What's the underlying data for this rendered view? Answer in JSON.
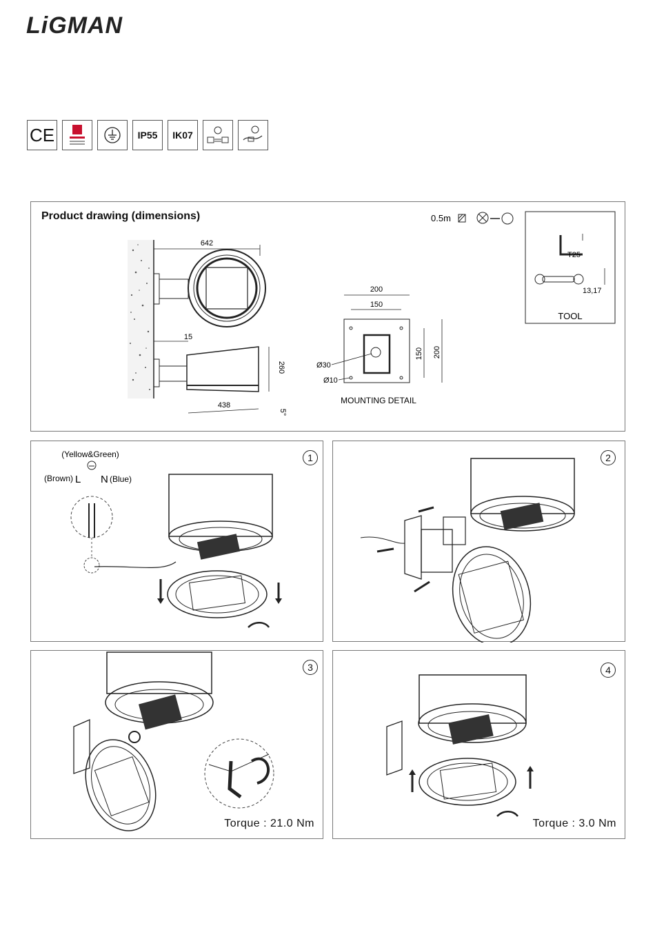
{
  "brand": "LiGMAN",
  "certifications": [
    "CE",
    "",
    "",
    "IP55",
    "IK07",
    "",
    ""
  ],
  "drawing": {
    "title": "Product drawing (dimensions)",
    "spec_text": "0.5m",
    "dims": {
      "width": "642",
      "offset": "15",
      "height": "260",
      "depth": "438",
      "tilt": "5°"
    },
    "mounting": {
      "outer": "200",
      "inner": "150",
      "side_inner": "150",
      "side_outer": "200",
      "hole_large": "Ø30",
      "hole_small": "Ø10",
      "label": "MOUNTING DETAIL"
    },
    "tool": {
      "key": "T25",
      "wrench": "13,17",
      "label": "TOOL"
    }
  },
  "steps": [
    {
      "number": "1",
      "earth": "(Yellow&Green)",
      "live": "(Brown)",
      "live_letter": "L",
      "neutral_letter": "N",
      "neutral": "(Blue)"
    },
    {
      "number": "2"
    },
    {
      "number": "3",
      "torque": "Torque : 21.0 Nm"
    },
    {
      "number": "4",
      "torque": "Torque : 3.0 Nm"
    }
  ],
  "colors": {
    "line": "#222222",
    "border": "#777777",
    "accent": "#c8102e"
  }
}
